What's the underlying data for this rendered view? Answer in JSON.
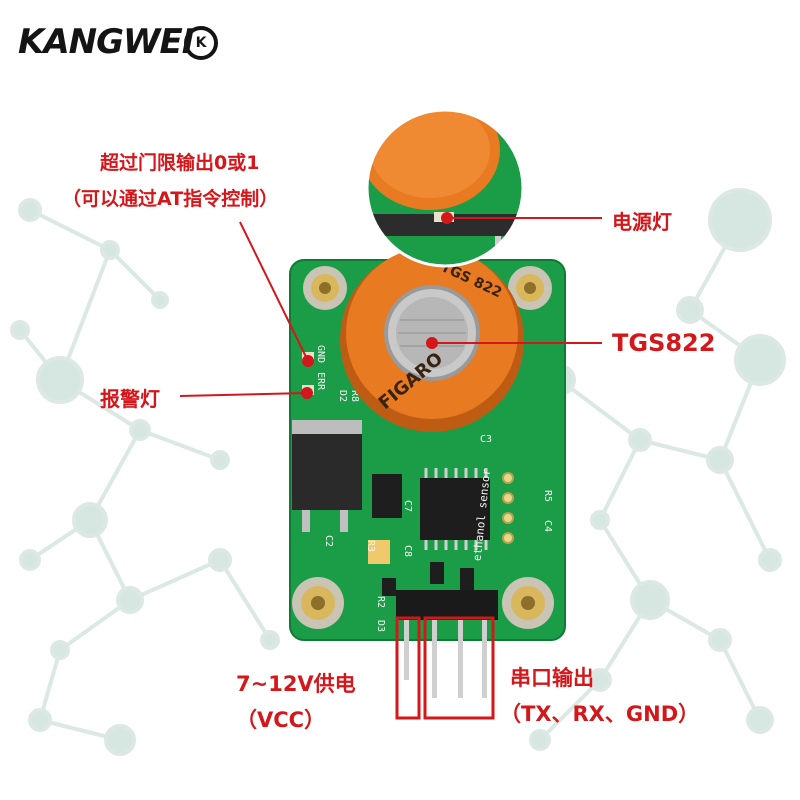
{
  "brand": {
    "name": "KANGWEI",
    "badge": "K"
  },
  "callouts": {
    "threshold_line1": "超过门限输出0或1",
    "threshold_line2": "（可以通过AT指令控制）",
    "power_led": "电源灯",
    "sensor": "TGS822",
    "alarm_led": "报警灯",
    "power_line1": "7~12V供电",
    "power_line2": "（VCC）",
    "serial_line1": "串口输出",
    "serial_line2": "（TX、RX、GND）"
  },
  "sensor_can": {
    "brand": "FIGARO",
    "model": "TGS 822"
  },
  "board_silk": {
    "gnd": "GND",
    "err": "ERR",
    "d2": "D2",
    "r8": "R8",
    "sensor_text": "ethanol sensor",
    "c3": "C3",
    "c4": "C4",
    "r5": "R5",
    "c7": "C7",
    "c8": "C8",
    "c2": "C2",
    "r3": "R3",
    "r2": "R2",
    "d3": "D3"
  },
  "colors": {
    "accent": "#d3171b",
    "pcb": "#1aa04a",
    "sensor_cap": "#e87a22",
    "network": "#cfe3dc"
  }
}
